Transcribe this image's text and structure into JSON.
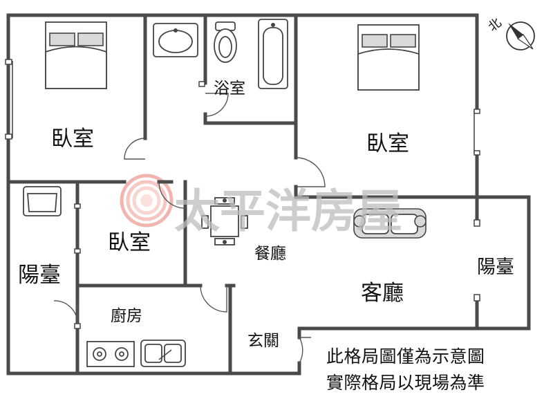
{
  "rooms": {
    "bedroom_left": "臥室",
    "bathroom": "浴室",
    "bedroom_right": "臥室",
    "bedroom_middle": "臥室",
    "balcony_left": "陽臺",
    "dining": "餐廳",
    "living": "客廳",
    "balcony_right": "陽臺",
    "kitchen": "廚房",
    "entrance": "玄關"
  },
  "compass": {
    "label": "北"
  },
  "disclaimer": {
    "line1": "此格局圖僅為示意圖",
    "line2": "實際格局以現場為準"
  },
  "watermark": {
    "text": "太平洋房屋"
  },
  "colors": {
    "walls": "#4a4a4a",
    "watermark": "#bdbdbd",
    "logo_red": "#e8786c"
  }
}
